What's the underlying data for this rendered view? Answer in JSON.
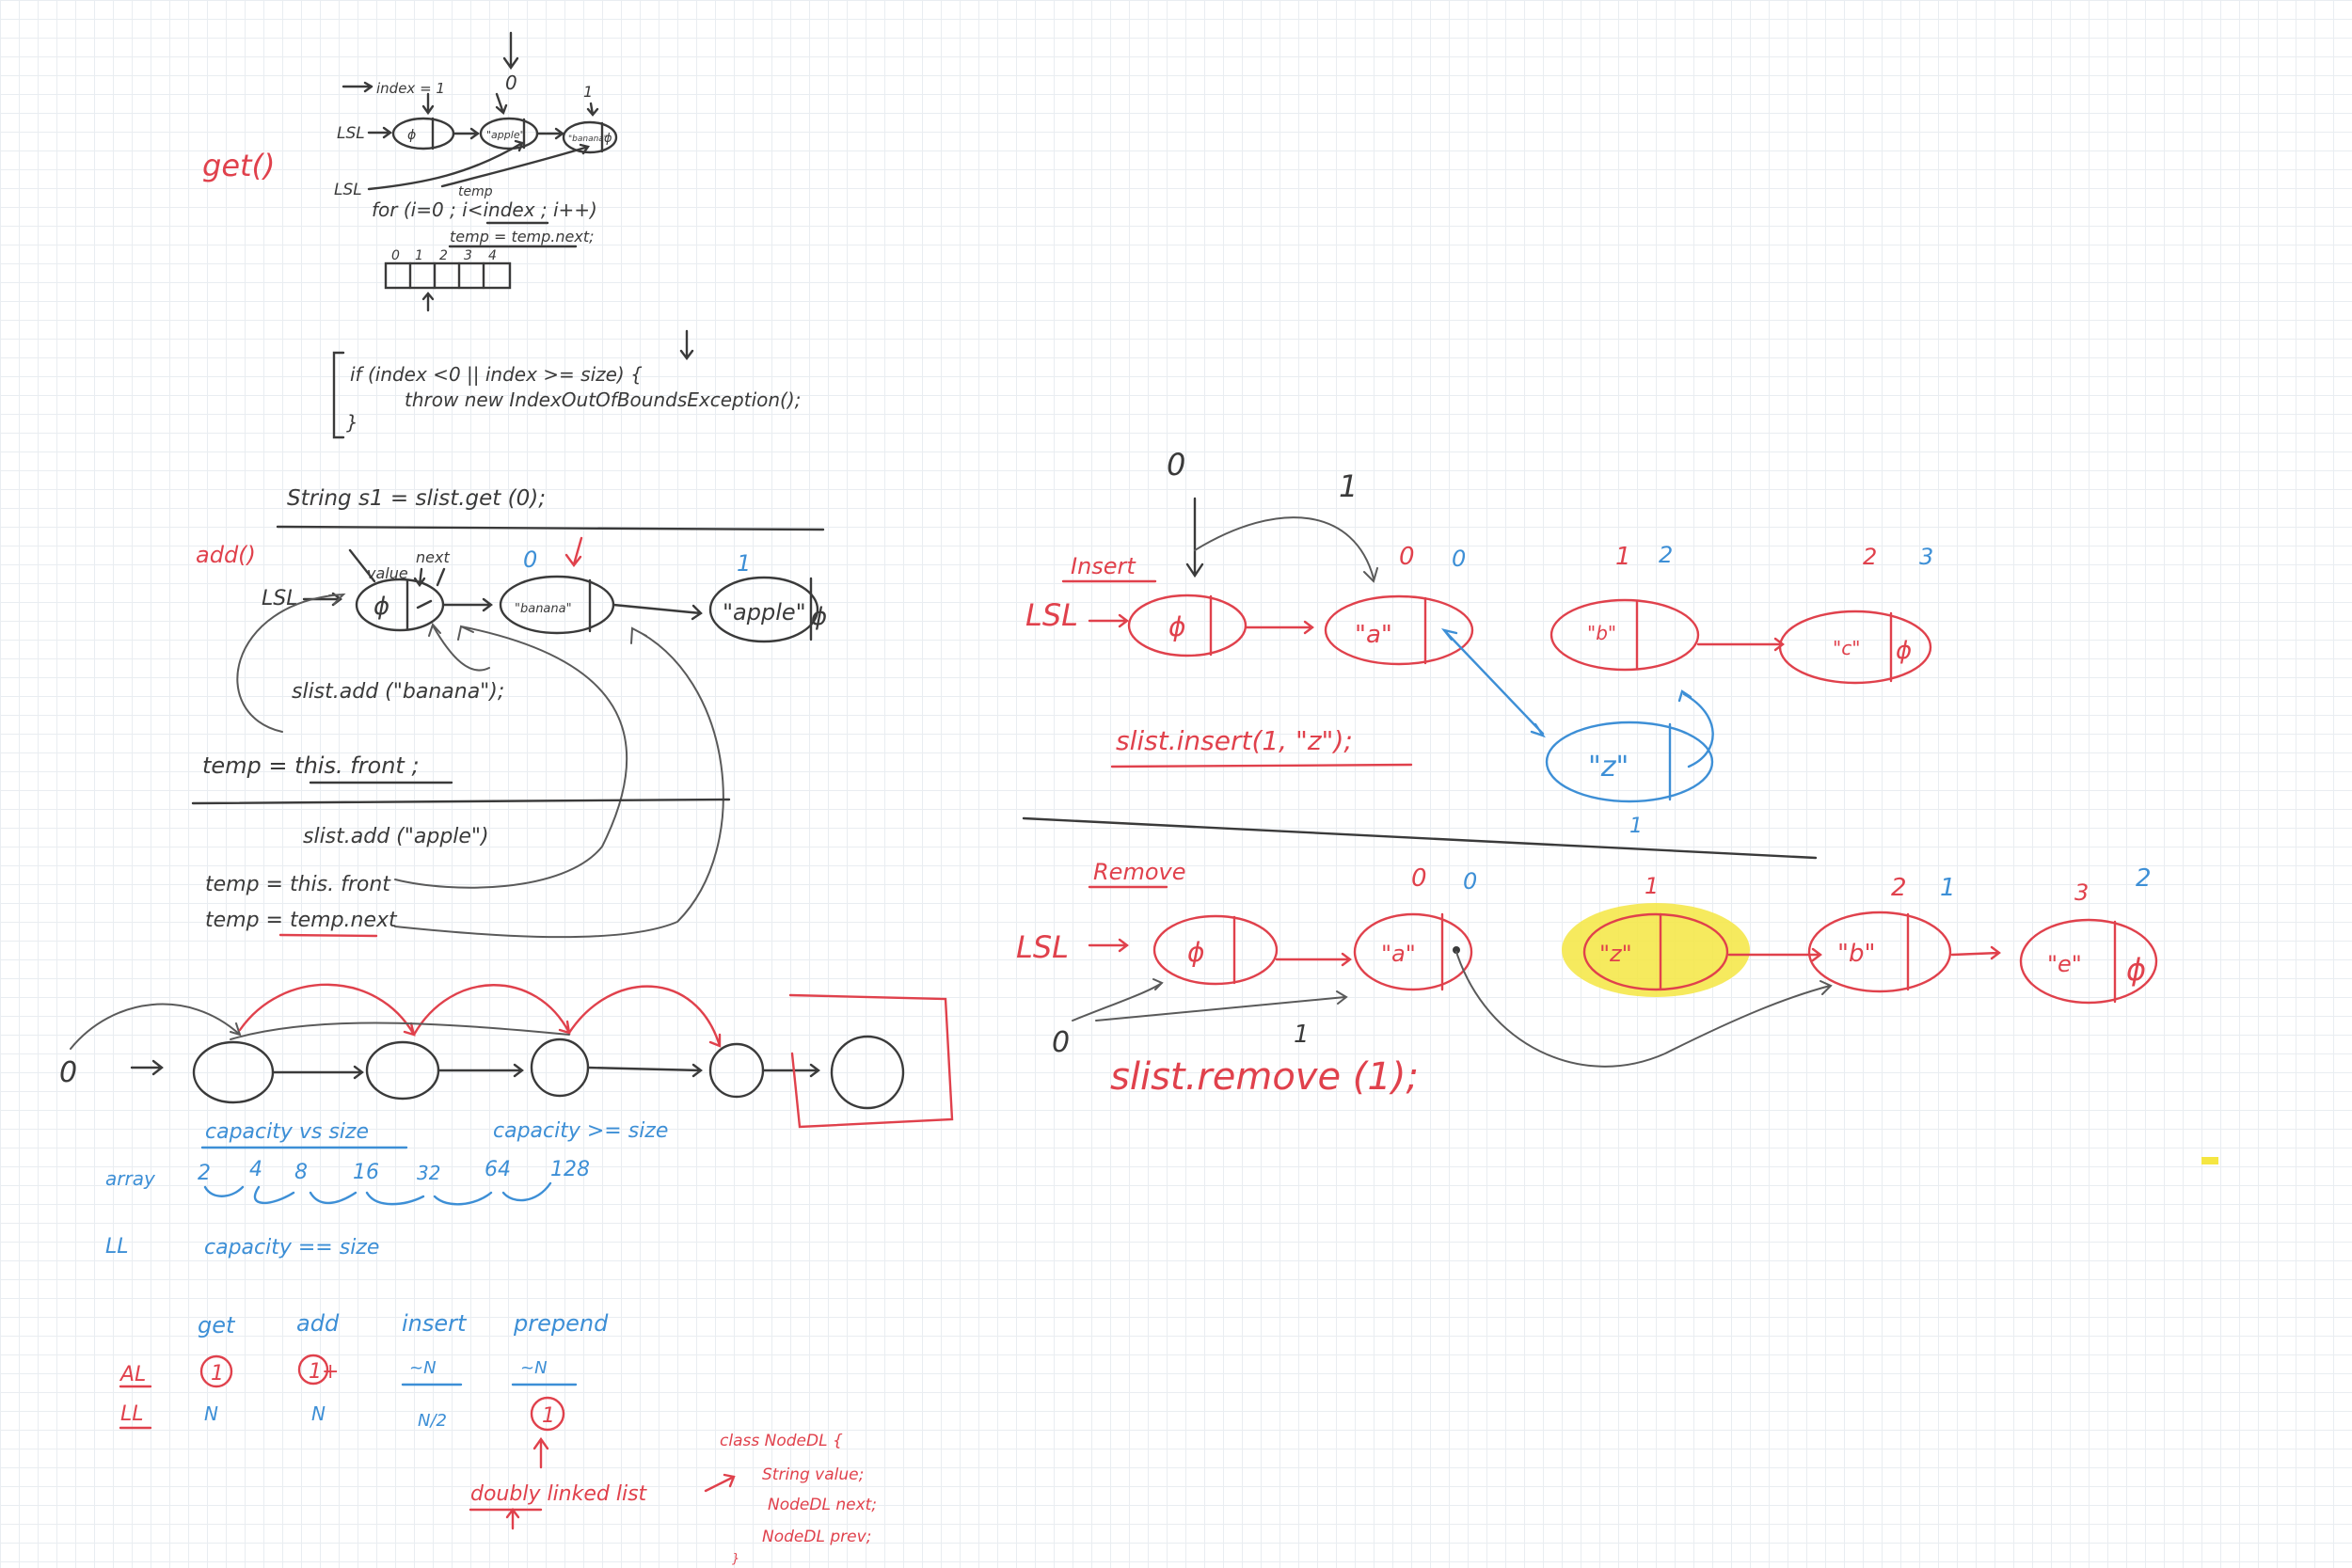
{
  "get_section": {
    "title": "get()",
    "index_label": "index = 1",
    "lsl": "LSL",
    "lsl2": "LSL",
    "idx0": "0",
    "idx1": "1",
    "null1": "ϕ",
    "node_apple": "\"apple\"",
    "node_banana": "\"banana\"",
    "null2": "ϕ",
    "temp": "temp",
    "for_loop": "for (i=0 ; i<index ; i++)",
    "temp_next": "temp = temp.next;",
    "array_idx": [
      "0",
      "1",
      "2",
      "3",
      "4"
    ],
    "if_line": "if (index <0  || index >= size) {",
    "throw_line": "throw  new IndexOutOfBoundsException();",
    "close_brace": "}",
    "string_line": "String s1 = slist.get (0);"
  },
  "add_section": {
    "title": "add()",
    "value_label": "value",
    "next_label": "next",
    "lsl": "LSL",
    "null_node": "ϕ",
    "idx0": "0",
    "idx1": "1",
    "node_banana": "\"banana\"",
    "node_apple": "\"apple\"",
    "null_end": "ϕ",
    "add_banana": "slist.add (\"banana\");",
    "temp_front": "temp  =   this. front ;",
    "add_apple": "slist.add (\"apple\")",
    "temp_front2": "temp = this. front",
    "temp_next": "temp = temp.next"
  },
  "chain_section": {
    "start_label": "0"
  },
  "capacity_section": {
    "heading1": "capacity  vs size",
    "heading2": "capacity >= size",
    "array_label": "array",
    "array_values": [
      "2",
      "4",
      "8",
      "16",
      "32",
      "64",
      "128"
    ],
    "ll_label": "LL",
    "ll_eq": "capacity == size"
  },
  "complexity_table": {
    "headers": [
      "get",
      "add",
      "insert",
      "prepend"
    ],
    "row_al_label": "AL",
    "row_al": [
      "1",
      "1+",
      "~N",
      "~N"
    ],
    "row_ll_label": "LL",
    "row_ll": [
      "N",
      "N",
      "N/2",
      "1"
    ],
    "doubly": "doubly  linked list",
    "class_lines": [
      "class NodeDL {",
      "String value;",
      "NodeDL next;",
      "NodeDL prev;",
      "}"
    ]
  },
  "insert_section": {
    "title": "Insert",
    "top0": "0",
    "top1": "1",
    "lsl": "LSL",
    "null_node": "ϕ",
    "node_a": "\"a\"",
    "node_b": "\"b\"",
    "node_c": "\"c\"",
    "null_end": "ϕ",
    "node_z": "\"z\"",
    "idx_a_old": "0",
    "idx_a_new": "0",
    "idx_b_old": "1",
    "idx_b_new": "2",
    "idx_c_old": "2",
    "idx_c_new": "3",
    "idx_z": "1",
    "call": "slist.insert(1, \"z\");"
  },
  "remove_section": {
    "title": "Remove",
    "lsl": "LSL",
    "null_node": "ϕ",
    "node_a": "\"a\"",
    "node_z": "\"z\"",
    "node_b": "\"b\"",
    "node_e": "\"e\"",
    "null_end": "ϕ",
    "idx_a_old": "0",
    "idx_a_new": "0",
    "idx_z": "1",
    "idx_b_old": "2",
    "idx_b_new": "1",
    "idx_e_old": "3",
    "idx_e_new": "2",
    "start_zero": "0",
    "one_mark": "1",
    "call": "slist.remove (1);"
  },
  "colors": {
    "ink": "#3a3a3a",
    "red": "#e0414c",
    "blue": "#3d8fd6",
    "highlight": "#f5e642"
  }
}
